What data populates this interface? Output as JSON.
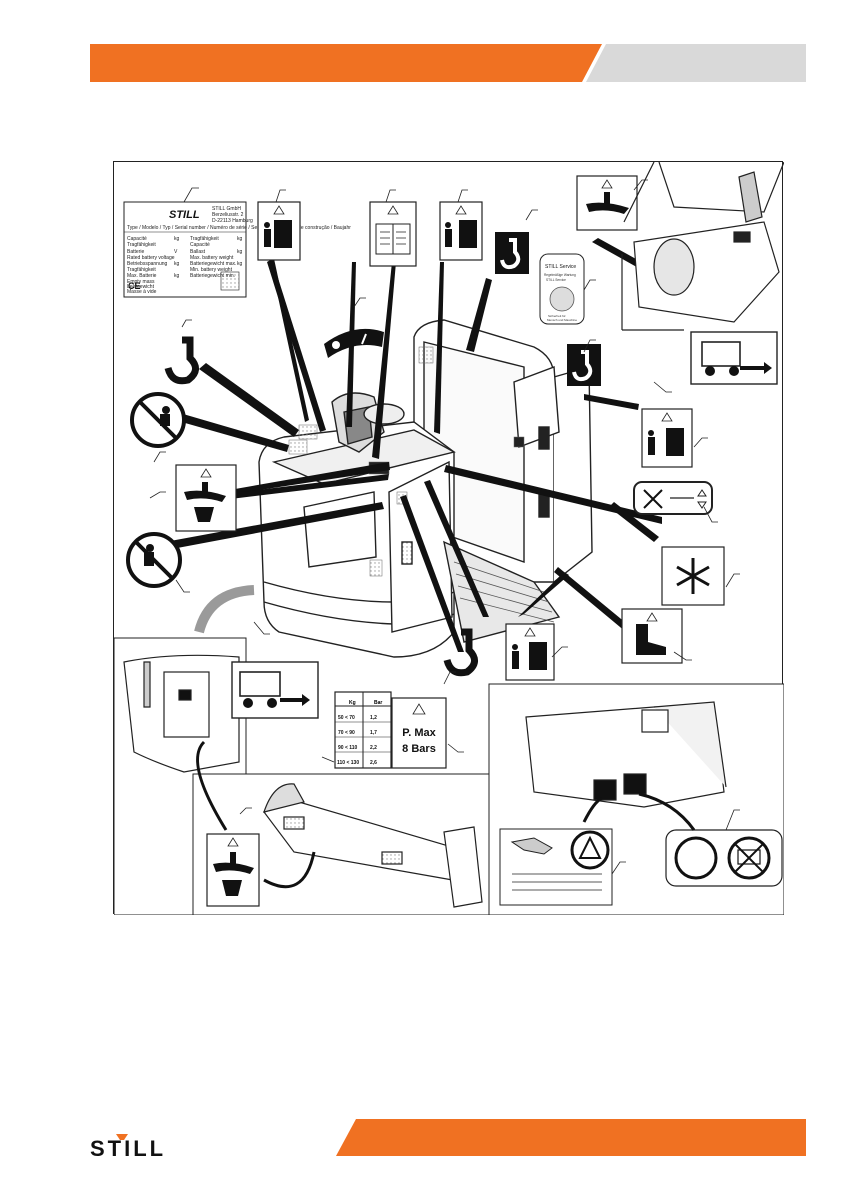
{
  "header": {
    "bar_color": "#f07122",
    "tab_color": "#d9d9d9"
  },
  "figure": {
    "type_plate": {
      "brand": "STILL",
      "manufacturer_lines": [
        "STILL GmbH",
        "Berzeliusstr. 2",
        "D-22113 Hamburg"
      ],
      "header_line": "Type / Modelo / Typ / Serial number / Numéro de série / Seriennummer / Ano de construção / Baujahr",
      "left_fields": [
        "Capacité",
        "Tragfähigkeit",
        "Batterie",
        "Rated battery voltage",
        "Betriebsspannung",
        "Tragfähigkeit",
        "Max. Batterie",
        "Empty mass",
        "Leergewicht",
        "Masse à vide"
      ],
      "right_fields": [
        "Tragfähigkeit",
        "Capacité",
        "Ballast",
        "Max. battery weight",
        "Batteriegewicht max.",
        "Min. battery weight",
        "Batteriegewicht min."
      ],
      "units": [
        "kg",
        "V",
        "kg",
        "kg",
        "kg",
        "kg",
        "kg"
      ],
      "marks": [
        "CE"
      ]
    },
    "service_sticker": {
      "brand": "STILL",
      "title": "STILL Service",
      "lines": [
        "Regelmäßige Wartung",
        "STILL Service",
        "Sicherheit für",
        "Mensch und Maschine"
      ]
    },
    "pressure_table": {
      "headers": [
        "Kg",
        "Bar"
      ],
      "rows": [
        [
          "50 < 70",
          "1,2"
        ],
        [
          "70 < 90",
          "1,7"
        ],
        [
          "90 < 110",
          "2,2"
        ],
        [
          "110 < 130",
          "2,6"
        ]
      ]
    },
    "pressure_max_label": {
      "line1": "P. Max",
      "line2": "8 Bars"
    }
  },
  "footer": {
    "bar_color": "#f07122",
    "logo_text": "STILL"
  }
}
